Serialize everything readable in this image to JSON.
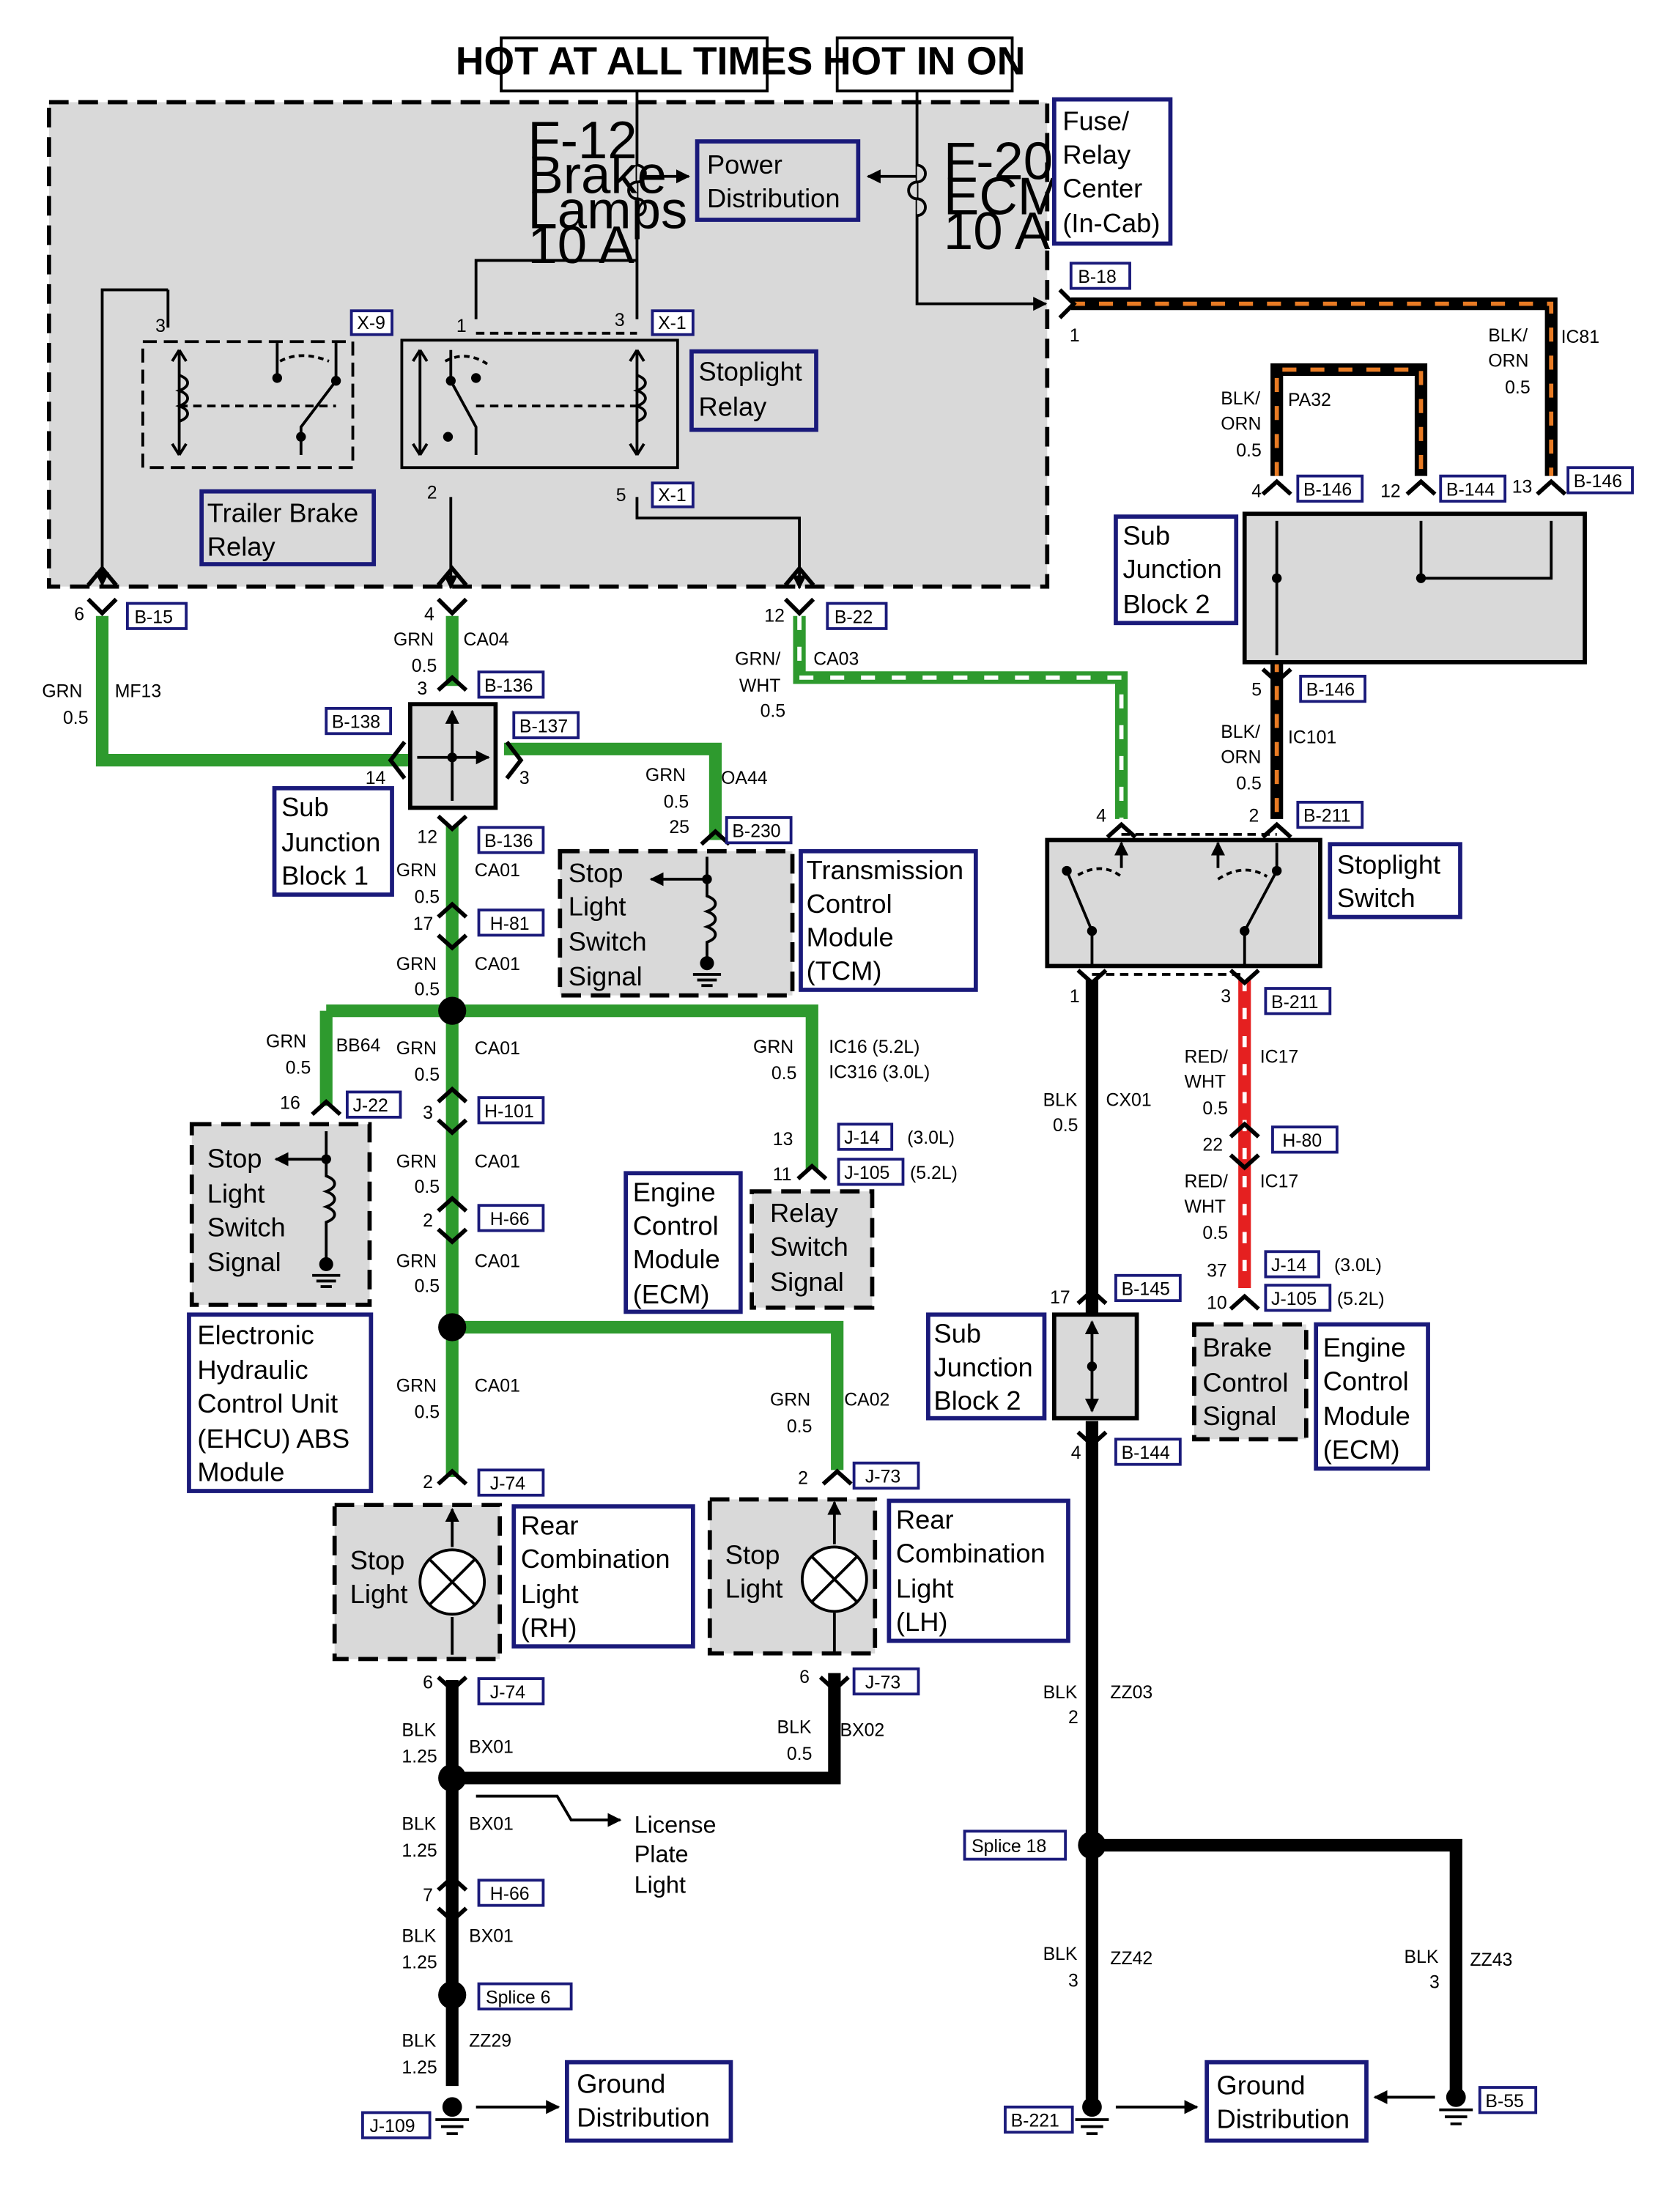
{
  "headers": {
    "hot_always": "HOT AT ALL TIMES",
    "hot_in_on": "HOT IN ON"
  },
  "fuses": {
    "f12": [
      "F-12",
      "Brake",
      "Lamps",
      "10 A"
    ],
    "f20": [
      "F-20",
      "ECM",
      "10 A"
    ]
  },
  "components": {
    "power_dist": [
      "Power",
      "Distribution"
    ],
    "fuse_relay": [
      "Fuse/",
      "Relay",
      "Center",
      "(In-Cab)"
    ],
    "stoplight_relay": [
      "Stoplight",
      "Relay"
    ],
    "trailer_relay": [
      "Trailer Brake",
      "Relay"
    ],
    "sjb2_top": [
      "Sub",
      "Junction",
      "Block 2"
    ],
    "sjb1": [
      "Sub",
      "Junction",
      "Block 1"
    ],
    "tcm": [
      "Transmission",
      "Control",
      "Module",
      "(TCM)"
    ],
    "tcm_signal": [
      "Stop",
      "Light",
      "Switch",
      "Signal"
    ],
    "stoplight_switch": [
      "Stoplight",
      "Switch"
    ],
    "ehcu_signal": [
      "Stop",
      "Light",
      "Switch",
      "Signal"
    ],
    "ehcu": [
      "Electronic",
      "Hydraulic",
      "Control Unit",
      "(EHCU) ABS",
      "Module"
    ],
    "ecm1": [
      "Engine",
      "Control",
      "Module",
      "(ECM)"
    ],
    "relay_signal": [
      "Relay",
      "Switch",
      "Signal"
    ],
    "sjb2_bottom": [
      "Sub",
      "Junction",
      "Block 2"
    ],
    "brake_signal": [
      "Brake",
      "Control",
      "Signal"
    ],
    "ecm2": [
      "Engine",
      "Control",
      "Module",
      "(ECM)"
    ],
    "stop_light": [
      "Stop",
      "Light"
    ],
    "rcl_rh": [
      "Rear",
      "Combination",
      "Light",
      "(RH)"
    ],
    "rcl_lh": [
      "Rear",
      "Combination",
      "Light",
      "(LH)"
    ],
    "license": [
      "License",
      "Plate",
      "Light"
    ],
    "ground": [
      "Ground",
      "Distribution"
    ]
  },
  "connectors": {
    "x9": "X-9",
    "x1": "X-1",
    "b18": "B-18",
    "b15": "B-15",
    "b22": "B-22",
    "b136": "B-136",
    "b137": "B-137",
    "b138": "B-138",
    "b230": "B-230",
    "b146": "B-146",
    "b144": "B-144",
    "b211": "B-211",
    "h81": "H-81",
    "h101": "H-101",
    "h66": "H-66",
    "h80": "H-80",
    "j22": "J-22",
    "j14": "J-14",
    "j105": "J-105",
    "b145": "B-145",
    "j74": "J-74",
    "j73": "J-73",
    "splice6": "Splice 6",
    "splice18": "Splice 18",
    "j109": "J-109",
    "b221": "B-221",
    "b55": "B-55"
  },
  "wires": {
    "grn": "GRN",
    "grn_wht": "GRN/",
    "wht": "WHT",
    "blk_orn": "BLK/",
    "orn": "ORN",
    "blk": "BLK",
    "red_wht": "RED/",
    "g05": "0.5",
    "g125": "1.25",
    "g2": "2",
    "g3": "3",
    "ic81": "IC81",
    "pa32": "PA32",
    "ic101": "IC101",
    "mf13": "MF13",
    "ca04": "CA04",
    "ca03": "CA03",
    "oa44": "OA44",
    "ca01": "CA01",
    "bb64": "BB64",
    "ic16": "IC16 (5.2L)",
    "ic316": "IC316 (3.0L)",
    "ca02": "CA02",
    "cx01": "CX01",
    "ic17": "IC17",
    "bx01": "BX01",
    "bx02": "BX02",
    "zz29": "ZZ29",
    "zz03": "ZZ03",
    "zz42": "ZZ42",
    "zz43": "ZZ43"
  },
  "engines": {
    "e30": "(3.0L)",
    "e52": "(5.2L)"
  },
  "pins": {
    "p1": "1",
    "p2": "2",
    "p3": "3",
    "p4": "4",
    "p5": "5",
    "p6": "6",
    "p7": "7",
    "p10": "10",
    "p11": "11",
    "p12": "12",
    "p13": "13",
    "p14": "14",
    "p16": "16",
    "p17": "17",
    "p22": "22",
    "p25": "25",
    "p37": "37"
  }
}
